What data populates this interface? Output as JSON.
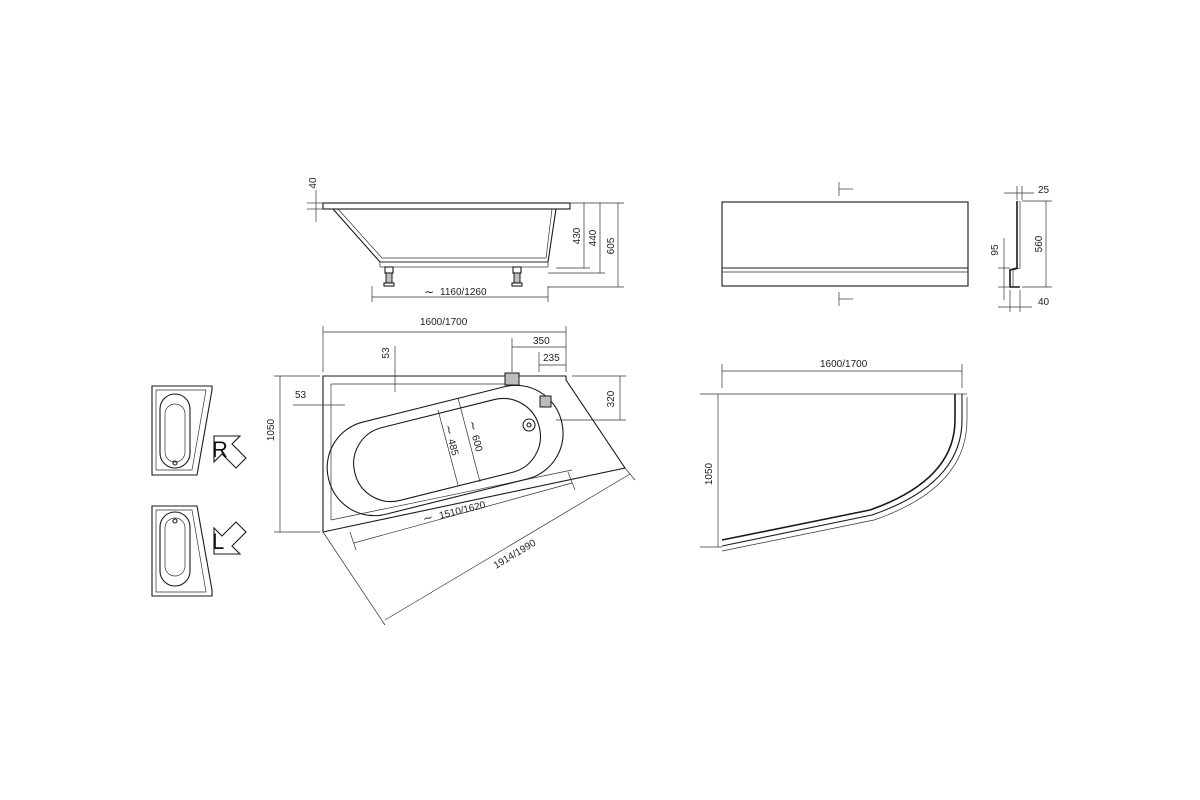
{
  "side_view": {
    "rim_height": "40",
    "height_1": "430",
    "height_2": "440",
    "height_3": "605",
    "leg_span": "1160/1260"
  },
  "panel_view": {
    "top_thickness": "25",
    "base_step": "95",
    "panel_height": "560",
    "base_depth": "40"
  },
  "plan_view": {
    "length": "1600/1700",
    "width": "1050",
    "rim_top": "53",
    "rim_left": "53",
    "tap_offset_1": "350",
    "tap_offset_2": "235",
    "drain_offset": "320",
    "inner_width_1": "485",
    "inner_width_2": "600",
    "inner_length": "1510/1620",
    "diagonal": "1914/1990"
  },
  "panel_plan": {
    "length": "1600/1700",
    "width": "1050"
  },
  "variants": {
    "right_label": "R",
    "left_label": "L"
  }
}
